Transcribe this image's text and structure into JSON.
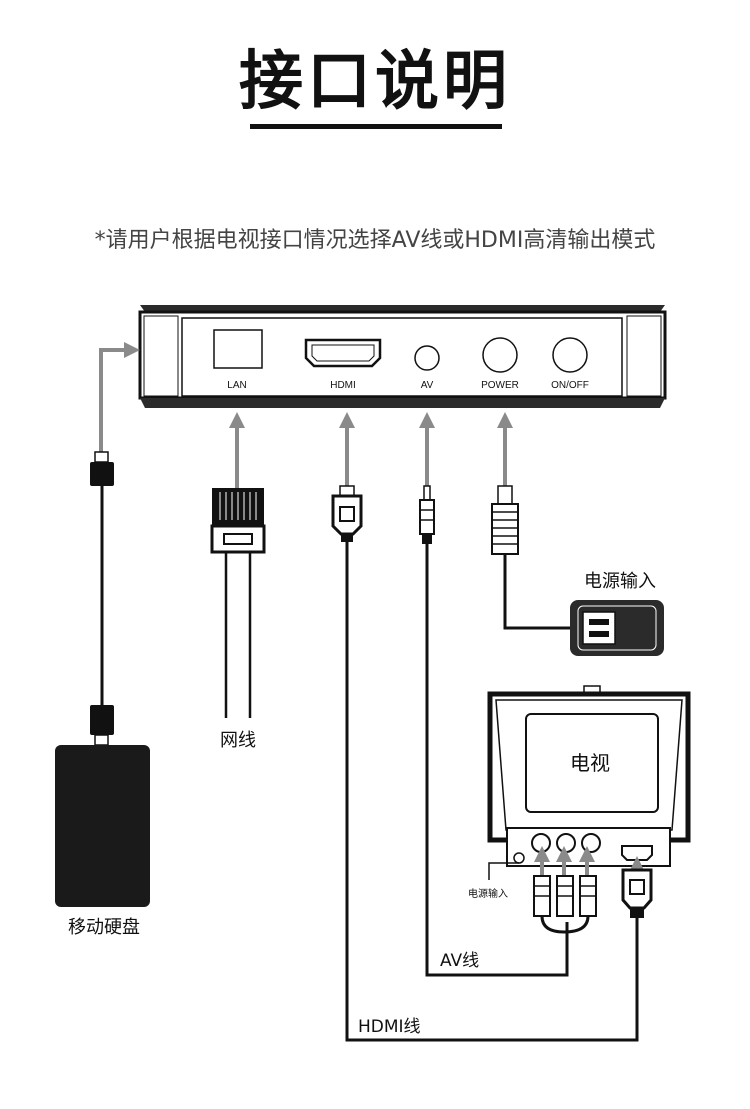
{
  "title": "接口说明",
  "note": "*请用户根据电视接口情况选择AV线或HDMI高清输出模式",
  "ports": [
    "LAN",
    "HDMI",
    "AV",
    "POWER",
    "ON/OFF"
  ],
  "labels": {
    "network_cable": "网线",
    "power_input": "电源输入",
    "tv": "电视",
    "tv_power_input": "电源输入",
    "hard_drive": "移动硬盘",
    "av_cable": "AV线",
    "hdmi_cable": "HDMI线"
  },
  "colors": {
    "arrow": "#8a8a8a",
    "ink": "#111111",
    "dark_fill": "#1a1a1a",
    "box": "#2b2b2b"
  }
}
